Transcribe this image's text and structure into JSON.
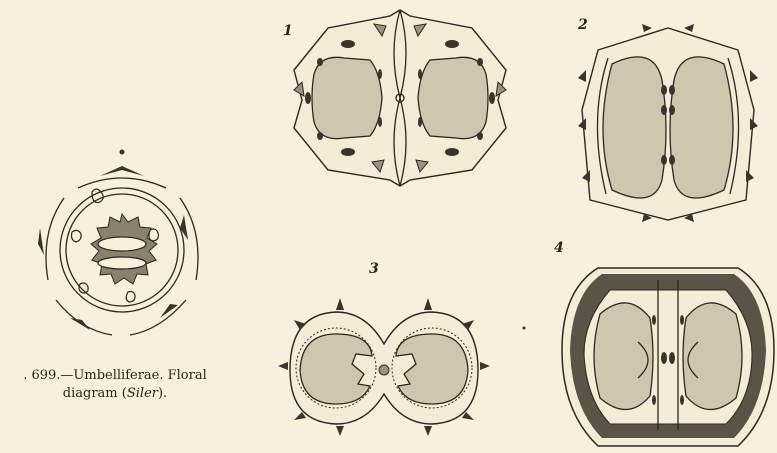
{
  "caption": {
    "line1": ". 699.—Umbelliferae. Floral",
    "line2_prefix": "diagram (",
    "line2_italic": "Siler",
    "line2_suffix": ")."
  },
  "figure_numbers": {
    "fig1": "1",
    "fig2": "2",
    "fig3": "3",
    "fig4": "4"
  }
}
